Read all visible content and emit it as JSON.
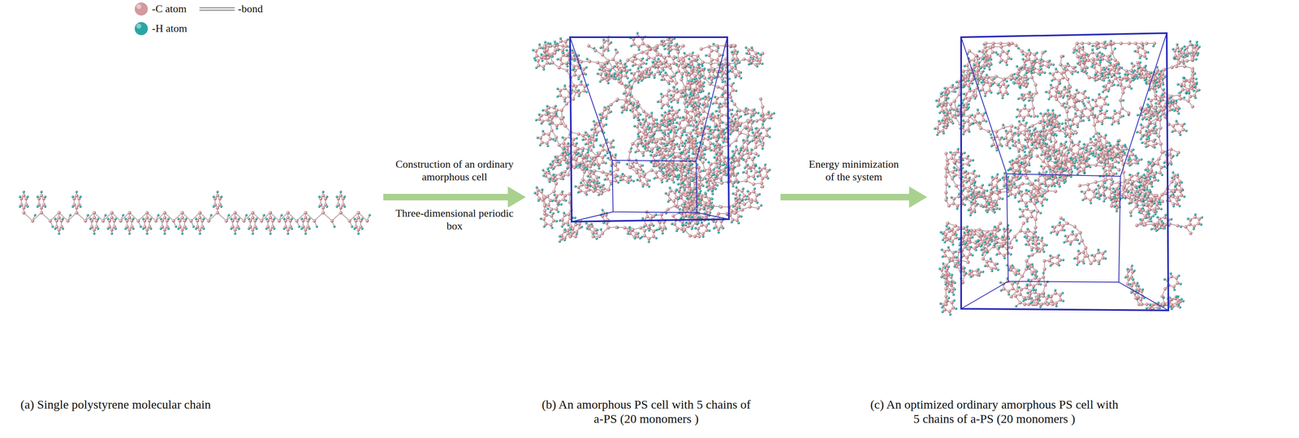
{
  "diagram": {
    "nodes": [
      {
        "text": [
          "(a) Single polystyrene molecular chain"
        ]
      },
      {
        "text": [
          "(b) An amorphous PS cell with 5 chains of a-PS (20 monomers )"
        ]
      },
      {
        "text": [
          "(c) An optimized ordinary amorphous PS cell with 5 chains of a-PS (20 monomers )"
        ]
      }
    ],
    "edges": [
      {
        "from": 0,
        "to": 1,
        "arrow": "to",
        "label": "Construction of an ordinary amorphous cell"
      },
      {
        "from": 1,
        "to": 2,
        "arrow": "to",
        "label": "Energy minimization of the system"
      }
    ],
    "labels": [
      "Three-dimensional periodic box"
    ],
    "legend": [
      {
        "text": "-C atom",
        "color": "#d19a9f"
      },
      {
        "text": "-bond"
      },
      {
        "text": "-H atom",
        "color": "#2aa5a6"
      }
    ]
  }
}
